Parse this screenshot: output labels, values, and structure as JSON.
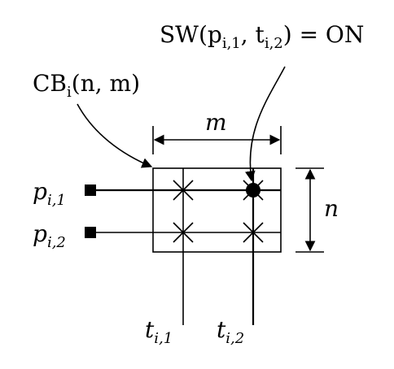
{
  "labels": {
    "switch_on": "SW(p",
    "switch_on_sub1": "i,1",
    "switch_on_mid": ", t",
    "switch_on_sub2": "i,2",
    "switch_on_tail": ") = ON",
    "crossbar": "CB",
    "crossbar_sub": "i",
    "crossbar_args": "(n, m)",
    "m": "m",
    "n": "n",
    "p_main": "p",
    "p1_sub": "i,1",
    "p2_sub": "i,2",
    "t_main": "t",
    "t1_sub": "i,1",
    "t2_sub": "i,2"
  }
}
